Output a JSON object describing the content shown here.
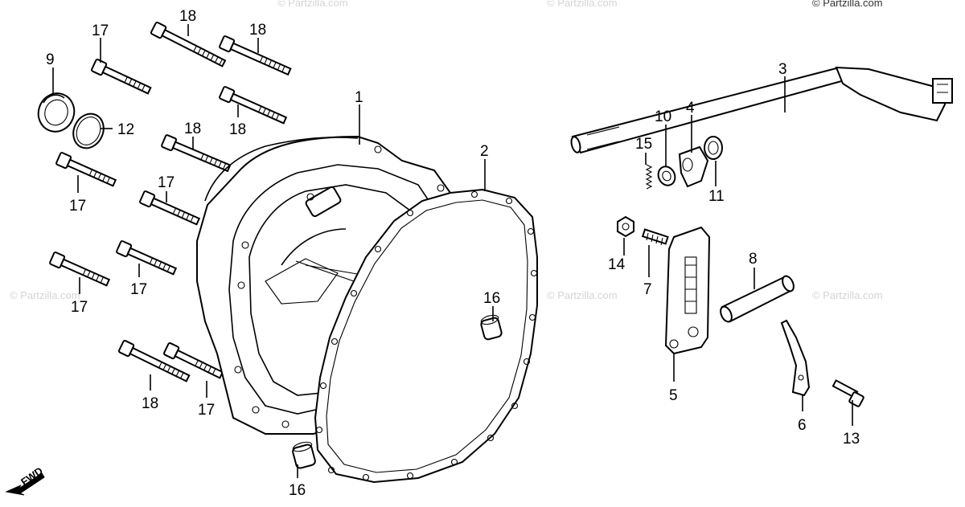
{
  "watermark": "© Partzilla.com",
  "fwd_label": "FWD",
  "callouts": {
    "c1": "1",
    "c2": "2",
    "c3": "3",
    "c4": "4",
    "c5": "5",
    "c6": "6",
    "c7": "7",
    "c8": "8",
    "c9": "9",
    "c10": "10",
    "c11": "11",
    "c12": "12",
    "c13": "13",
    "c14": "14",
    "c15": "15",
    "c16a": "16",
    "c16b": "16",
    "c17a": "17",
    "c17b": "17",
    "c17c": "17",
    "c17d": "17",
    "c17e": "17",
    "c17f": "17",
    "c18a": "18",
    "c18b": "18",
    "c18c": "18",
    "c18d": "18",
    "c18e": "18"
  }
}
